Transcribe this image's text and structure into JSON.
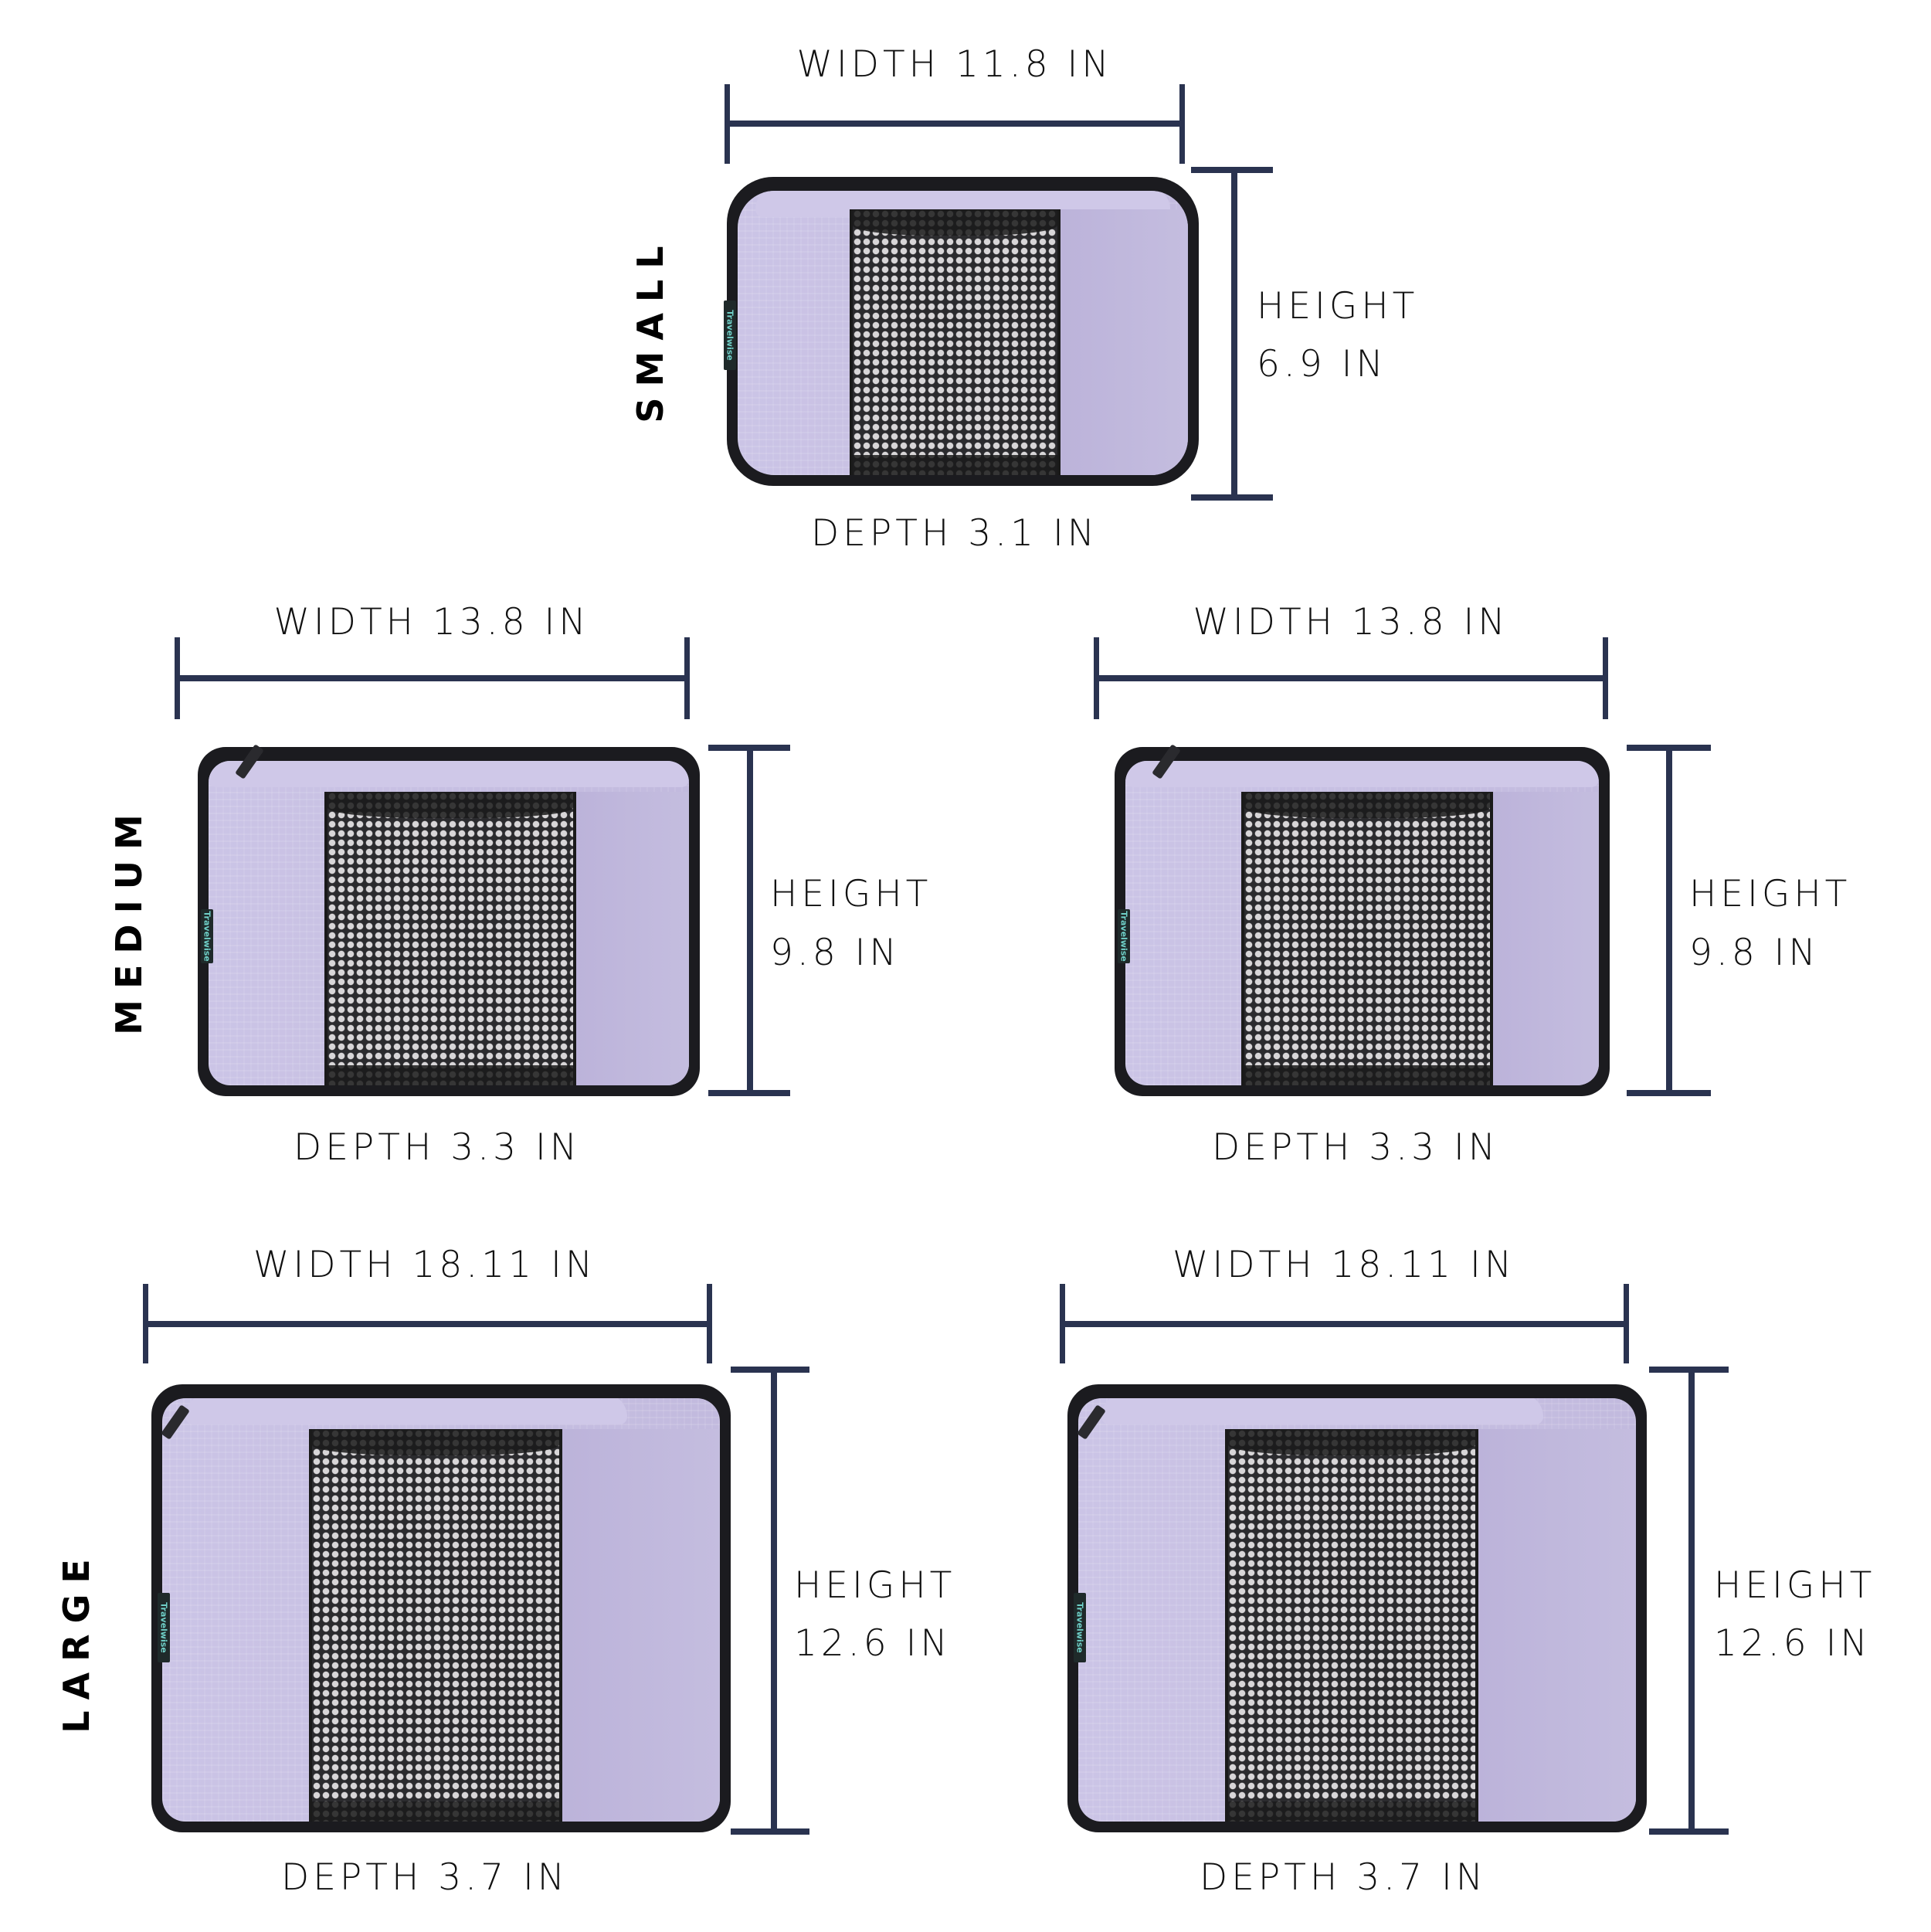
{
  "colors": {
    "dimension_lines": "#2a3350",
    "bag_fabric": "#c7c0e2",
    "text": "#111111"
  },
  "brand_tag": "Travelwise",
  "sections": {
    "small": {
      "label": "SMALL",
      "items": [
        {
          "width": "WIDTH 11.8 IN",
          "height_label": "HEIGHT",
          "height_value": "6.9 IN",
          "depth": "DEPTH 3.1 IN"
        }
      ]
    },
    "medium": {
      "label": "MEDIUM",
      "items": [
        {
          "width": "WIDTH 13.8 IN",
          "height_label": "HEIGHT",
          "height_value": "9.8 IN",
          "depth": "DEPTH 3.3 IN"
        },
        {
          "width": "WIDTH 13.8 IN",
          "height_label": "HEIGHT",
          "height_value": "9.8 IN",
          "depth": "DEPTH 3.3 IN"
        }
      ]
    },
    "large": {
      "label": "LARGE",
      "items": [
        {
          "width": "WIDTH 18.11 IN",
          "height_label": "HEIGHT",
          "height_value": "12.6 IN",
          "depth": "DEPTH 3.7 IN"
        },
        {
          "width": "WIDTH 18.11 IN",
          "height_label": "HEIGHT",
          "height_value": "12.6 IN",
          "depth": "DEPTH 3.7 IN"
        }
      ]
    }
  }
}
